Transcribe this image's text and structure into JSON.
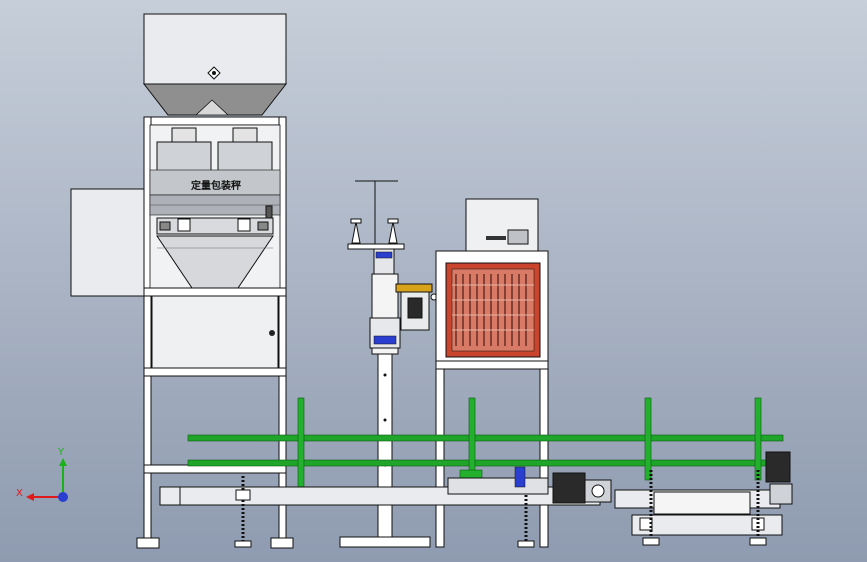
{
  "machine": {
    "panel_label": "定量包装秤"
  },
  "triad": {
    "x_label": "X",
    "y_label": "Y"
  },
  "colors": {
    "frame": "#ffffff",
    "outline": "#111111",
    "steel": "#8a8a8a",
    "rail_green": "#1fa52a",
    "post_green": "#22b02e",
    "heater_red": "#c9452e",
    "motor_dark": "#2a2a2a",
    "axis_x": "#e01a1a",
    "axis_y": "#19b219",
    "axis_z": "#2a3fd0"
  }
}
